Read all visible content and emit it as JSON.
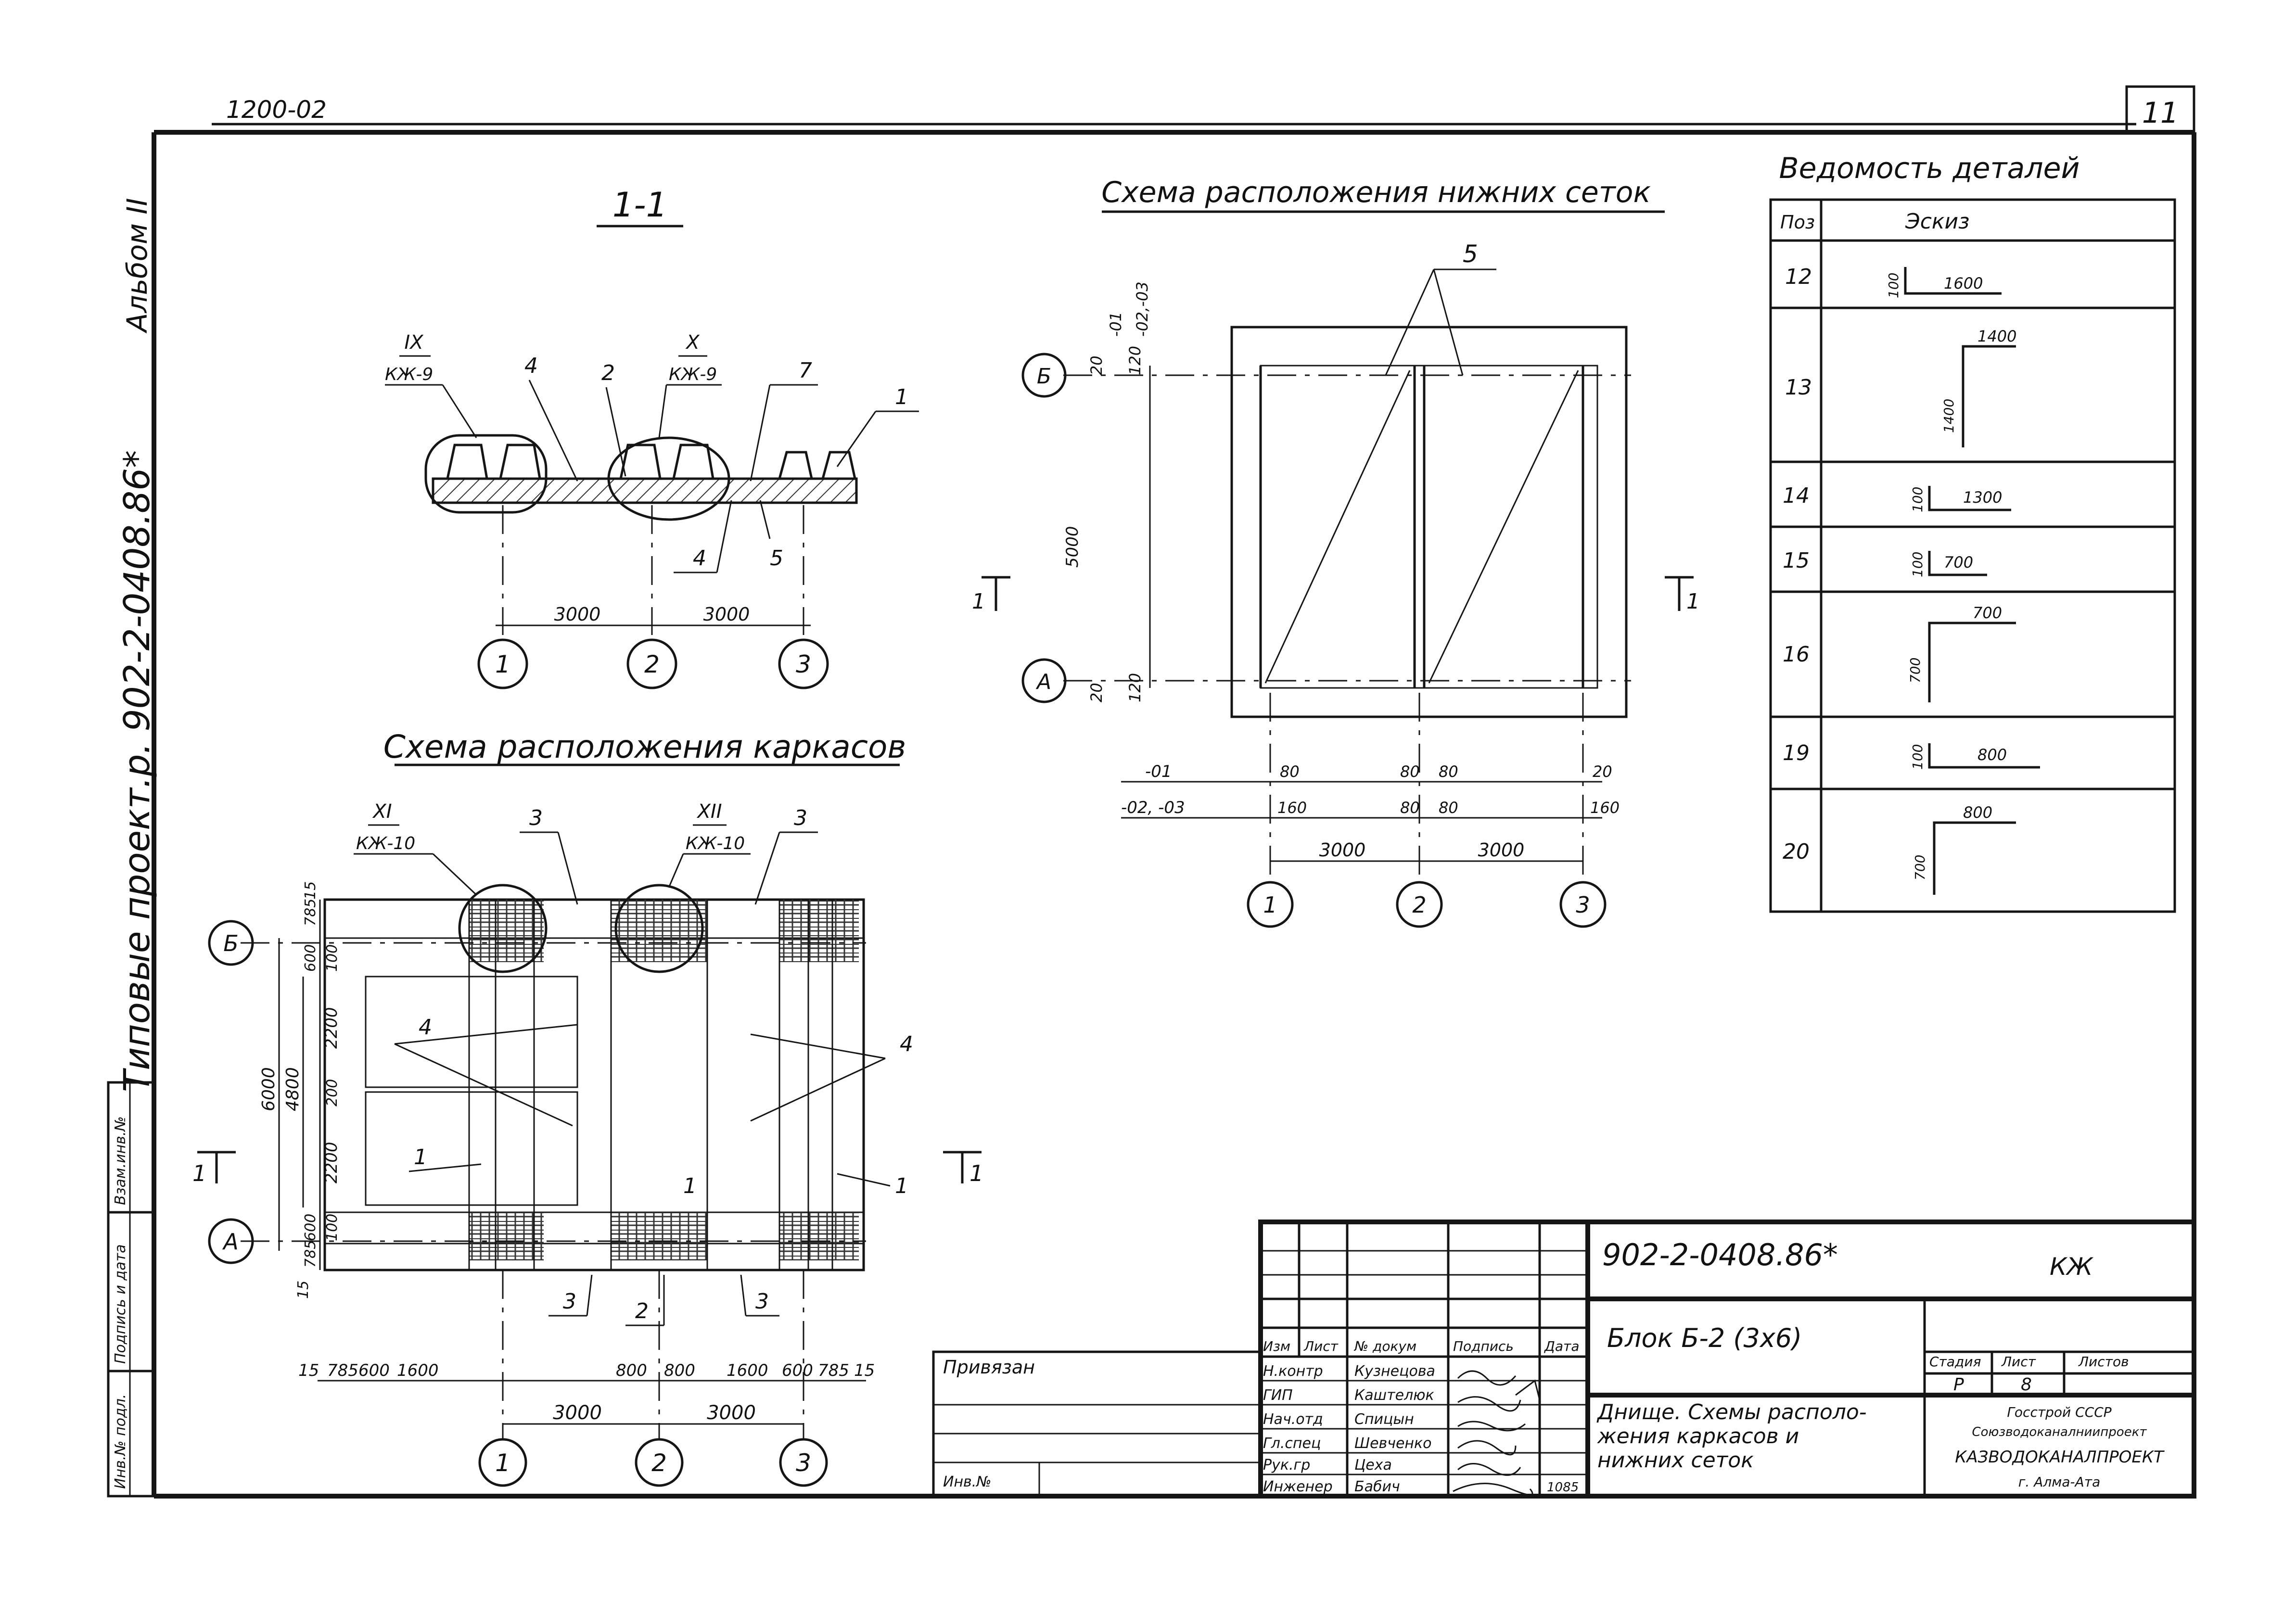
{
  "sheet": {
    "ref_top_left": "1200-02",
    "sheet_number": "11",
    "album": "Альбом II",
    "project_side": "Типовые проект.р. 902-2-0408.86*"
  },
  "section_1_1": {
    "title": "1-1",
    "callout_left_num": "IX",
    "callout_left_sub": "КЖ-9",
    "callout_right_num": "X",
    "callout_right_sub": "КЖ-9",
    "labels": [
      "4",
      "2",
      "7",
      "1",
      "4",
      "5"
    ],
    "dims": [
      "3000",
      "3000"
    ],
    "axes": [
      "1",
      "2",
      "3"
    ]
  },
  "frames_plan": {
    "title": "Схема расположения каркасов",
    "callout_left_num": "XI",
    "callout_left_sub": "КЖ-10",
    "callout_right_num": "XII",
    "callout_right_sub": "КЖ-10",
    "labels_top": [
      "3",
      "3"
    ],
    "labels_mid": [
      "4",
      "4",
      "1",
      "1",
      "1"
    ],
    "labels_bottom": [
      "3",
      "2",
      "3"
    ],
    "axis_rows": [
      "Б",
      "А"
    ],
    "axes": [
      "1",
      "2",
      "3"
    ],
    "section_mark": "1",
    "left_dims": [
      "15",
      "785",
      "600",
      "100",
      "2200",
      "200",
      "2200",
      "100",
      "600",
      "785",
      "15"
    ],
    "left_totals": [
      "6000",
      "4800"
    ],
    "bottom_dims": [
      "15",
      "785",
      "600",
      "1600",
      "800",
      "800",
      "1600",
      "600",
      "785",
      "15"
    ],
    "bottom_totals": [
      "3000",
      "3000"
    ]
  },
  "mesh_plan": {
    "title": "Схема расположения нижних сеток",
    "label": "5",
    "axis_rows": [
      "Б",
      "А"
    ],
    "axes": [
      "1",
      "2",
      "3"
    ],
    "section_mark": "1",
    "left_dims": [
      "20",
      "120",
      "5000",
      "20",
      "120"
    ],
    "top_marks": [
      "-01",
      "-02,-03"
    ],
    "bottom_rows": [
      {
        "key": "-01",
        "vals": [
          "80",
          "80",
          "80",
          "20"
        ]
      },
      {
        "key": "-02, -03",
        "vals": [
          "160",
          "80",
          "80",
          "160"
        ]
      }
    ],
    "bottom_totals": [
      "3000",
      "3000"
    ]
  },
  "schedule": {
    "title": "Ведомость деталей",
    "head_pos": "Поз",
    "head_sketch": "Эскиз",
    "rows": [
      {
        "pos": "12",
        "a": "100",
        "b": "1600"
      },
      {
        "pos": "13",
        "a": "1400",
        "b": "1400"
      },
      {
        "pos": "14",
        "a": "100",
        "b": "1300"
      },
      {
        "pos": "15",
        "a": "100",
        "b": "700"
      },
      {
        "pos": "16",
        "a": "700",
        "b": "700"
      },
      {
        "pos": "19",
        "a": "100",
        "b": "800"
      },
      {
        "pos": "20",
        "a": "700",
        "b": "800"
      }
    ]
  },
  "title_block": {
    "doc_code": "902-2-0408.86*",
    "mark": "КЖ",
    "privyazan": "Привязан",
    "inv_no": "Инв.№",
    "col_heads": [
      "Изм",
      "Лист",
      "№ докум",
      "Подпись",
      "Дата"
    ],
    "staff": [
      {
        "role": "Н.контр",
        "name": "Кузнецова"
      },
      {
        "role": "ГИП",
        "name": "Каштелюк"
      },
      {
        "role": "Нач.отд",
        "name": "Спицын"
      },
      {
        "role": "Гл.спец",
        "name": "Шевченко"
      },
      {
        "role": "Рук.гр",
        "name": "Цеха"
      },
      {
        "role": "Инженер",
        "name": "Бабич"
      }
    ],
    "date_last": "1085",
    "block_name": "Блок Б-2 (3х6)",
    "sheet_desc_1": "Днище. Схемы располо-",
    "sheet_desc_2": "жения каркасов и",
    "sheet_desc_3": "нижних сеток",
    "stage_head": "Стадия",
    "sheet_head": "Лист",
    "sheets_head": "Листов",
    "stage": "Р",
    "sheet": "8",
    "org_1": "Госстрой СССР",
    "org_2": "Союзводоканалниипроект",
    "org_3": "КАЗВОДОКАНАЛПРОЕКТ",
    "org_4": "г. Алма-Ата"
  },
  "left_strip": [
    "Взам.инв.№",
    "Подпись и дата",
    "Инв.№ подл."
  ]
}
